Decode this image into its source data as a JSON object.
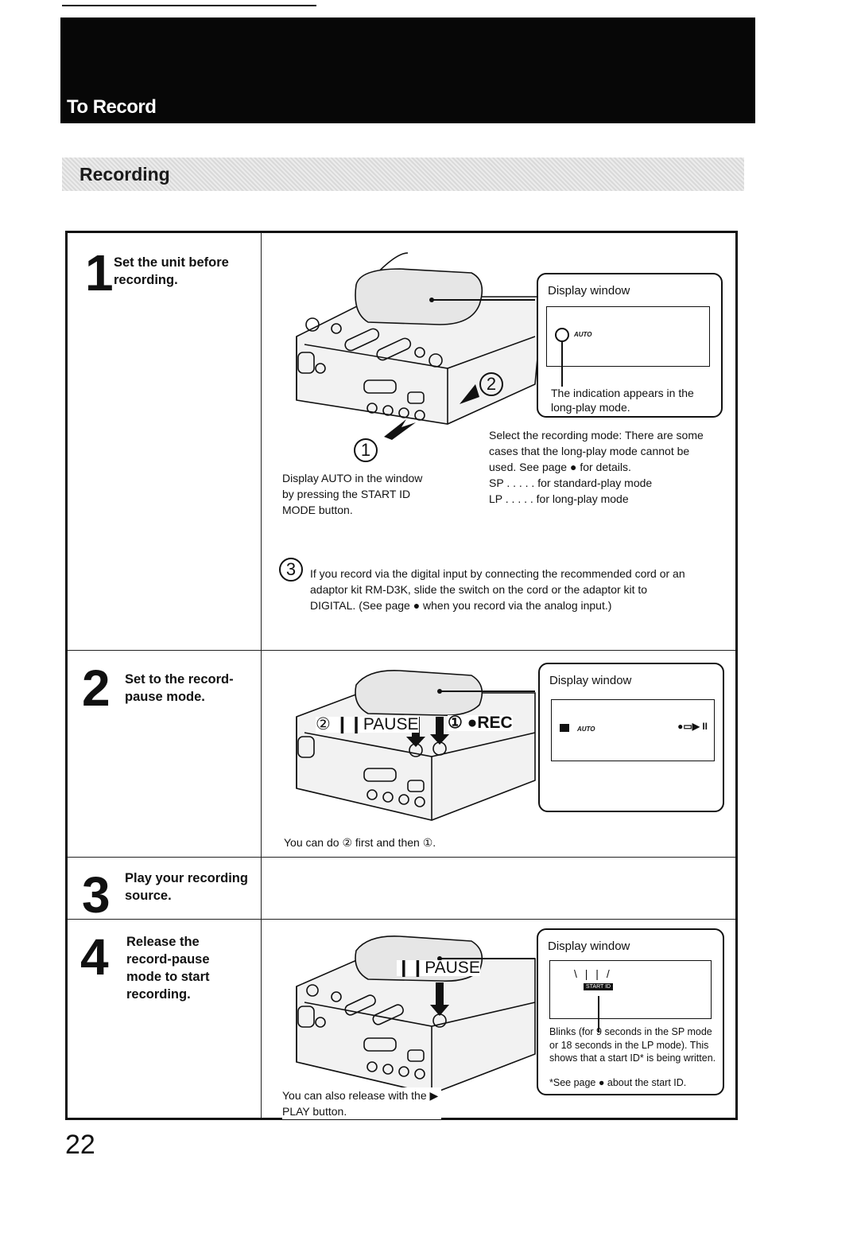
{
  "header": {
    "title": "To Record"
  },
  "subheader": {
    "title": "Recording"
  },
  "steps": [
    {
      "number": "1",
      "text": "Set the unit before recording."
    },
    {
      "number": "2",
      "text": "Set to the record-pause mode."
    },
    {
      "number": "3",
      "text": "Play your recording source."
    },
    {
      "number": "4",
      "text": "Release the record-pause mode to start recording."
    }
  ],
  "step1": {
    "display_title": "Display window",
    "display_indicator": "AUTO",
    "display_caption": "The indication appears in the long-play mode.",
    "callout_1": "1",
    "callout_2": "2",
    "callout_3": "3",
    "auto_note": "Display AUTO in the window by pressing the START ID MODE button.",
    "select_mode": "Select the recording mode: There are some cases that the long-play mode cannot be used. See page ● for details.",
    "sp_line": "SP . . . . .  for standard-play mode",
    "lp_line": "LP . . . . .  for long-play mode",
    "digital_note": "If you record via the digital input by connecting the recommended cord or an adaptor kit RM-D3K, slide the switch on the cord or the adaptor kit to DIGITAL. (See page ● when you record via the analog input.)"
  },
  "step2": {
    "display_title": "Display window",
    "display_indicator_left": "AUTO",
    "display_indicator_right": "●▭▶ II",
    "pause_label": "② ❙❙PAUSE",
    "rec_label": "① ●REC",
    "note": "You can do ② first and then ①."
  },
  "step4": {
    "display_title": "Display window",
    "display_indicator": "START ID",
    "pause_label": "❙❙PAUSE",
    "caption": "Blinks (for 9 seconds in the SP mode or 18 seconds in the LP mode). This shows that a start ID* is being written.",
    "footnote": "*See page ● about the start ID.",
    "note": "You can also release with the ▶ PLAY button."
  },
  "page_number": "22"
}
